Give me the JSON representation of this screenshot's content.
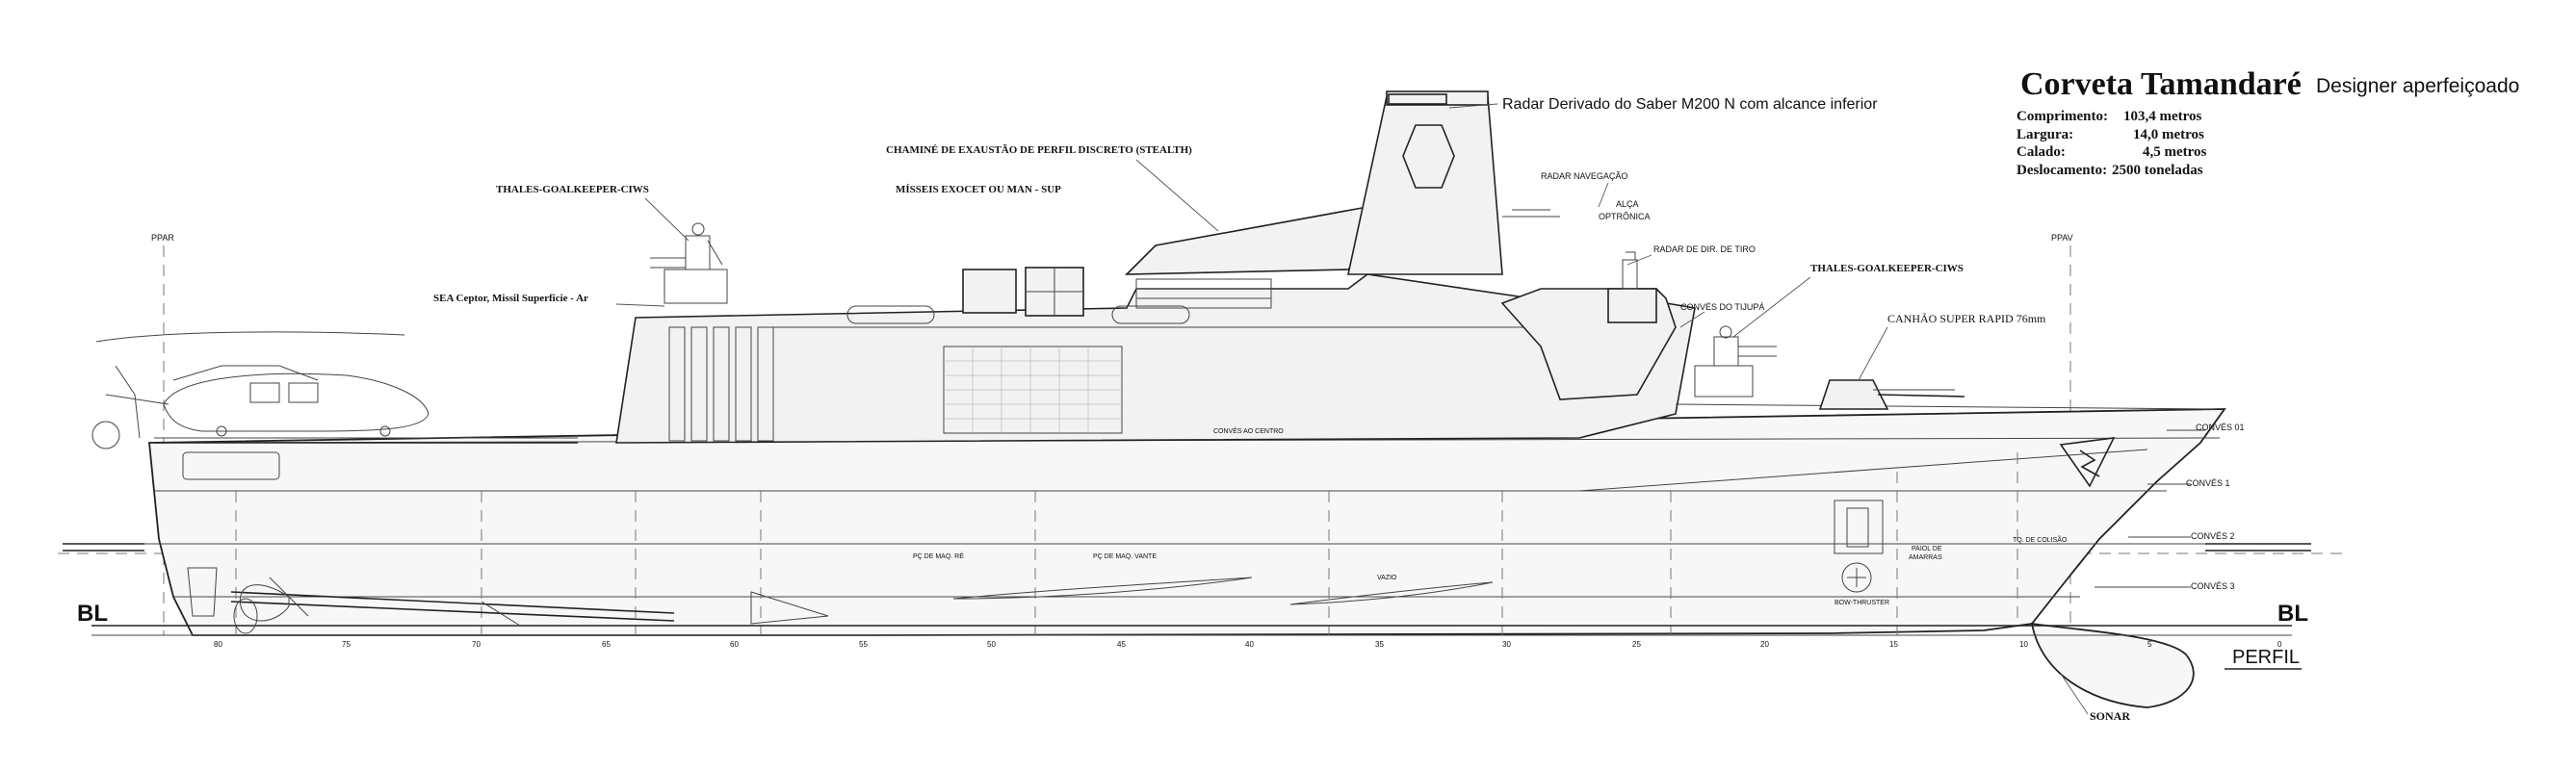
{
  "title": "Corveta Tamandaré",
  "subtitle": "Designer aperfeiçoado",
  "specs": [
    {
      "label": "Comprimento:",
      "value": "103,4 metros"
    },
    {
      "label": "Largura:",
      "value": "14,0 metros"
    },
    {
      "label": "Calado:",
      "value": "4,5 metros"
    },
    {
      "label": "Deslocamento:",
      "value": "2500 toneladas"
    }
  ],
  "annotations": {
    "radar_saber": "Radar Derivado do Saber M200 N com alcance inferior",
    "chimney": "CHAMINÉ DE EXAUSTÃO DE PERFIL DISCRETO (STEALTH)",
    "missiles": "MÍSSEIS EXOCET OU MAN - SUP",
    "ciws_aft": "THALES-GOALKEEPER-CIWS",
    "sea_ceptor": "SEA Ceptor, Missil Superficie - Ar",
    "radar_nav": "RADAR NAVEGAÇÃO",
    "alca_optronica_1": "ALÇA",
    "alca_optronica_2": "OPTRÔNICA",
    "radar_tiro": "RADAR DE DIR. DE TIRO",
    "conves_tijupa": "CONVÉS DO TIJUPÁ",
    "ciws_fwd": "THALES-GOALKEEPER-CIWS",
    "cannon": "CANHÃO SUPER RAPID 76mm",
    "pfar": "PPAR",
    "ppav": "PPAV",
    "conves_01": "CONVÉS 01",
    "conves_1": "CONVÉS 1",
    "conves_2": "CONVÉS 2",
    "conves_3": "CONVÉS 3",
    "conves_centro": "CONVÉS AO CENTRO",
    "pc_maq_re": "PÇ DE MAQ. RÉ",
    "pc_maq_vante": "PÇ DE MAQ. VANTE",
    "vazio": "VAZIO",
    "paiol_amarras_1": "PAIOL DE",
    "paiol_amarras_2": "AMARRAS",
    "tq_colisao": "TQ. DE COLISÃO",
    "bow_thruster": "BOW-THRUSTER",
    "sonar": "SONAR",
    "perfil": "PERFIL",
    "bl": "BL"
  },
  "frame_numbers": [
    "80",
    "75",
    "70",
    "65",
    "60",
    "55",
    "50",
    "45",
    "40",
    "35",
    "30",
    "25",
    "20",
    "15",
    "10",
    "5",
    "0"
  ]
}
